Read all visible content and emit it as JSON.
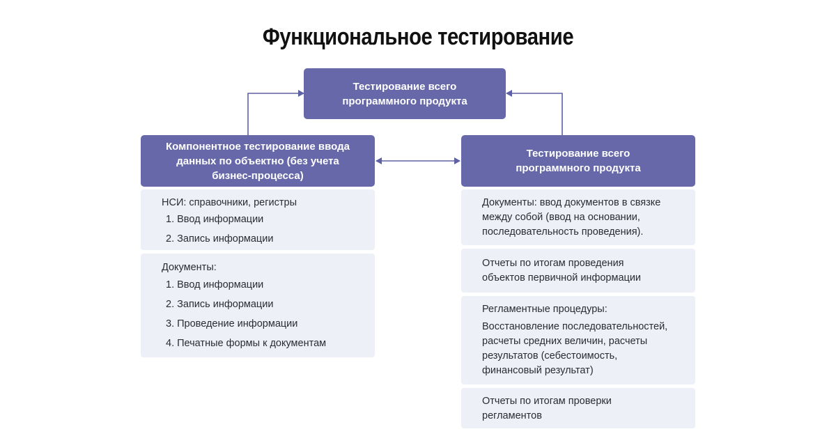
{
  "title": "Функциональное тестирование",
  "top_node": {
    "lines": [
      "Тестирование всего",
      "программного продукта"
    ]
  },
  "left_node": {
    "lines": [
      "Компонентное тестирование ввода",
      "данных по объектно (без учета",
      "бизнес-процесса)"
    ]
  },
  "right_node": {
    "lines": [
      "Тестирование всего",
      "программного продукта"
    ]
  },
  "left_cards": [
    {
      "heading": "НСИ: справочники, регистры",
      "items": [
        "1. Ввод информации",
        "2. Запись информации"
      ]
    },
    {
      "heading": "Документы:",
      "items": [
        "1. Ввод информации",
        "2. Запись информации",
        "3. Проведение информации",
        "4. Печатные формы к документам"
      ]
    }
  ],
  "right_cards": [
    {
      "lines": [
        "Документы: ввод документов в связке",
        "между собой (ввод на основании,",
        "последовательность проведения)."
      ]
    },
    {
      "lines": [
        "Отчеты по итогам проведения",
        "объектов первичной информации"
      ]
    },
    {
      "lines": [
        "Регламентные процедуры:"
      ],
      "lines2": [
        "Восстановление последовательностей,",
        "расчеты средних величин, расчеты",
        "результатов (себестоимость,",
        "финансовый результат)"
      ]
    },
    {
      "lines": [
        "Отчеты по итогам проверки",
        "регламентов"
      ]
    }
  ],
  "colors": {
    "node": "#6668a9",
    "card": "#eef0f7",
    "connector": "#5f61a6"
  }
}
